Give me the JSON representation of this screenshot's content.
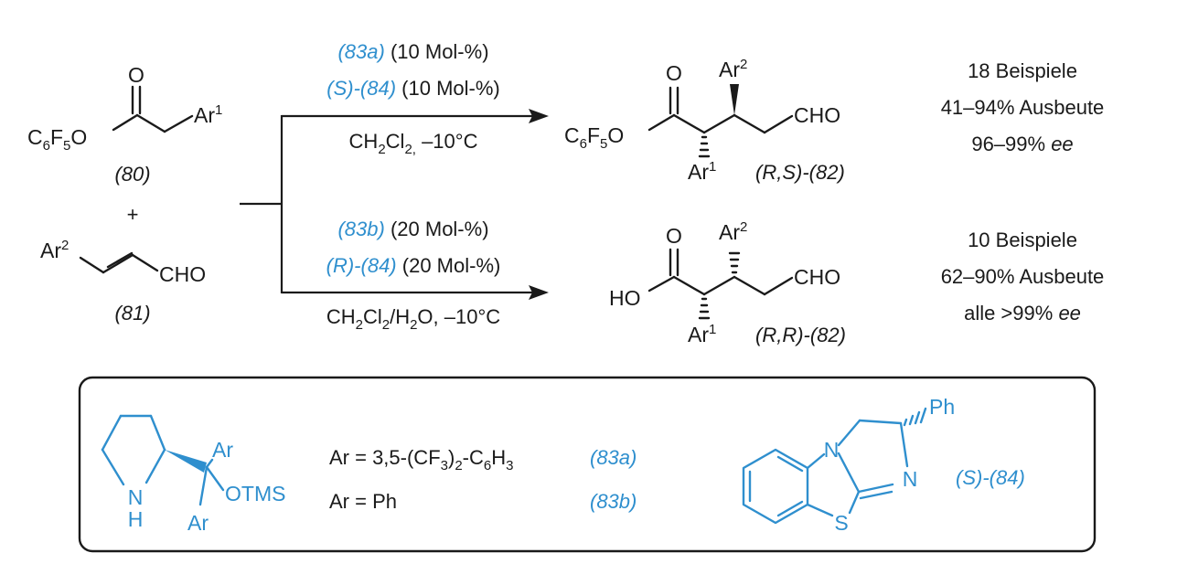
{
  "reactants": {
    "ester": {
      "label": "(80)",
      "aryl_group": "Ar",
      "aryl_index": "1",
      "ester_prefix": "C",
      "ester_sub1": "6",
      "ester_mid": "F",
      "ester_sub2": "5",
      "ester_suffix": "O",
      "carbonyl_o": "O"
    },
    "plus": "+",
    "aldehyde": {
      "label": "(81)",
      "aryl_group": "Ar",
      "aryl_index": "2",
      "cho": "CHO"
    }
  },
  "condition_top": {
    "catalyst1": "(83a)",
    "catalyst1_amount": "(10 Mol-%)",
    "catalyst2": "(S)-(84)",
    "catalyst2_amount": "(10 Mol-%)",
    "solvent_p1": "CH",
    "solvent_s1": "2",
    "solvent_p2": "Cl",
    "solvent_s2": "2,",
    "solvent_p3": " –10°C"
  },
  "condition_bottom": {
    "catalyst1": "(83b)",
    "catalyst1_amount": "(20 Mol-%)",
    "catalyst2": "(R)-(84)",
    "catalyst2_amount": "(20 Mol-%)",
    "solvent_p1": "CH",
    "solvent_s1": "2",
    "solvent_p2": "Cl",
    "solvent_s2": "2",
    "solvent_p3": "/H",
    "solvent_s3": "2",
    "solvent_p4": "O, –10°C"
  },
  "product_top": {
    "label": "(R,S)-(82)",
    "ester_prefix": "C",
    "ester_sub1": "6",
    "ester_mid": "F",
    "ester_sub2": "5",
    "ester_suffix": "O",
    "carbonyl_o": "O",
    "aryl_group": "Ar",
    "ar1_index": "1",
    "ar2_index": "2",
    "cho": "CHO"
  },
  "product_bottom": {
    "label": "(R,R)-(82)",
    "acid_oh": "HO",
    "carbonyl_o": "O",
    "aryl_group": "Ar",
    "ar1_index": "1",
    "ar2_index": "2",
    "cho": "CHO"
  },
  "results_top": {
    "examples": "18 Beispiele",
    "yield": "41–94% Ausbeute",
    "ee_value": "96–99% ",
    "ee_unit": "ee"
  },
  "results_bottom": {
    "examples": "10 Beispiele",
    "yield": "62–90% Ausbeute",
    "ee_value": "alle >99% ",
    "ee_unit": "ee"
  },
  "catalyst_box": {
    "prolinol": {
      "nh_n": "N",
      "nh_h": "H",
      "ar_top": "Ar",
      "ar_bottom": "Ar",
      "otms": "OTMS"
    },
    "def_a_p1": "Ar = 3,5-(CF",
    "def_a_s1": "3",
    "def_a_p2": ")",
    "def_a_s2": "2",
    "def_a_p3": "-C",
    "def_a_s3": "6",
    "def_a_p4": "H",
    "def_a_s4": "3",
    "def_a_label": "(83a)",
    "def_b": "Ar = Ph",
    "def_b_label": "(83b)",
    "bth": {
      "n1": "N",
      "n2": "N",
      "s": "S",
      "ph": "Ph",
      "label": "(S)-(84)"
    }
  },
  "colors": {
    "text": "#1a1a1a",
    "accent_blue": "#2f8fce"
  }
}
